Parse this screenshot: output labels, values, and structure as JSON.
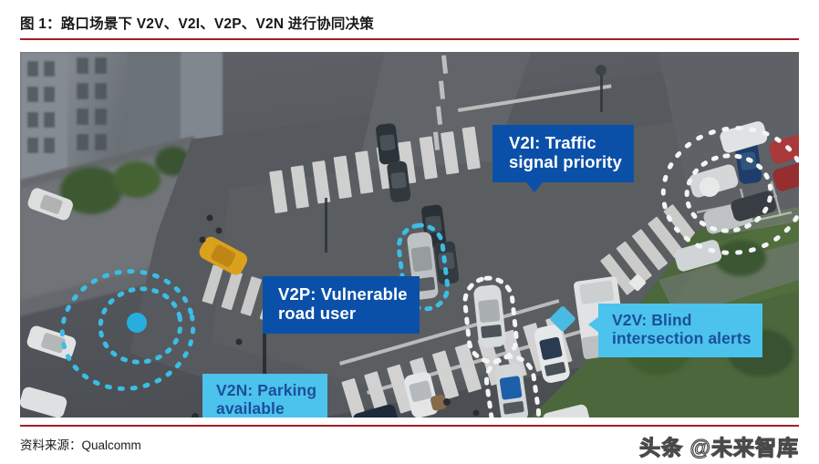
{
  "figure": {
    "title": "图 1：路口场景下 V2V、V2I、V2P、V2N 进行协同决策",
    "source_label": "资料来源：Qualcomm",
    "watermark": "头条 @未来智库",
    "accent_color": "#a41f24"
  },
  "photo": {
    "description": "aerial-intersection-photo",
    "colors": {
      "dark_blue": "#0b50a8",
      "light_blue": "#4cc3ec",
      "cyan_highlight": "#29b6e8",
      "asphalt": "#595b5d",
      "road_marking": "#e8e8e6",
      "grass": "#4e6b3c",
      "taxi_yellow": "#e8ab1f"
    }
  },
  "callouts": [
    {
      "id": "v2i",
      "label": "V2I: Traffic\nsignal priority",
      "style": "dark"
    },
    {
      "id": "v2p",
      "label": "V2P: Vulnerable\nroad user",
      "style": "dark"
    },
    {
      "id": "v2v",
      "label": "V2V: Blind\nintersection alerts",
      "style": "light"
    },
    {
      "id": "v2n",
      "label": "V2N: Parking\navailable",
      "style": "light"
    }
  ]
}
